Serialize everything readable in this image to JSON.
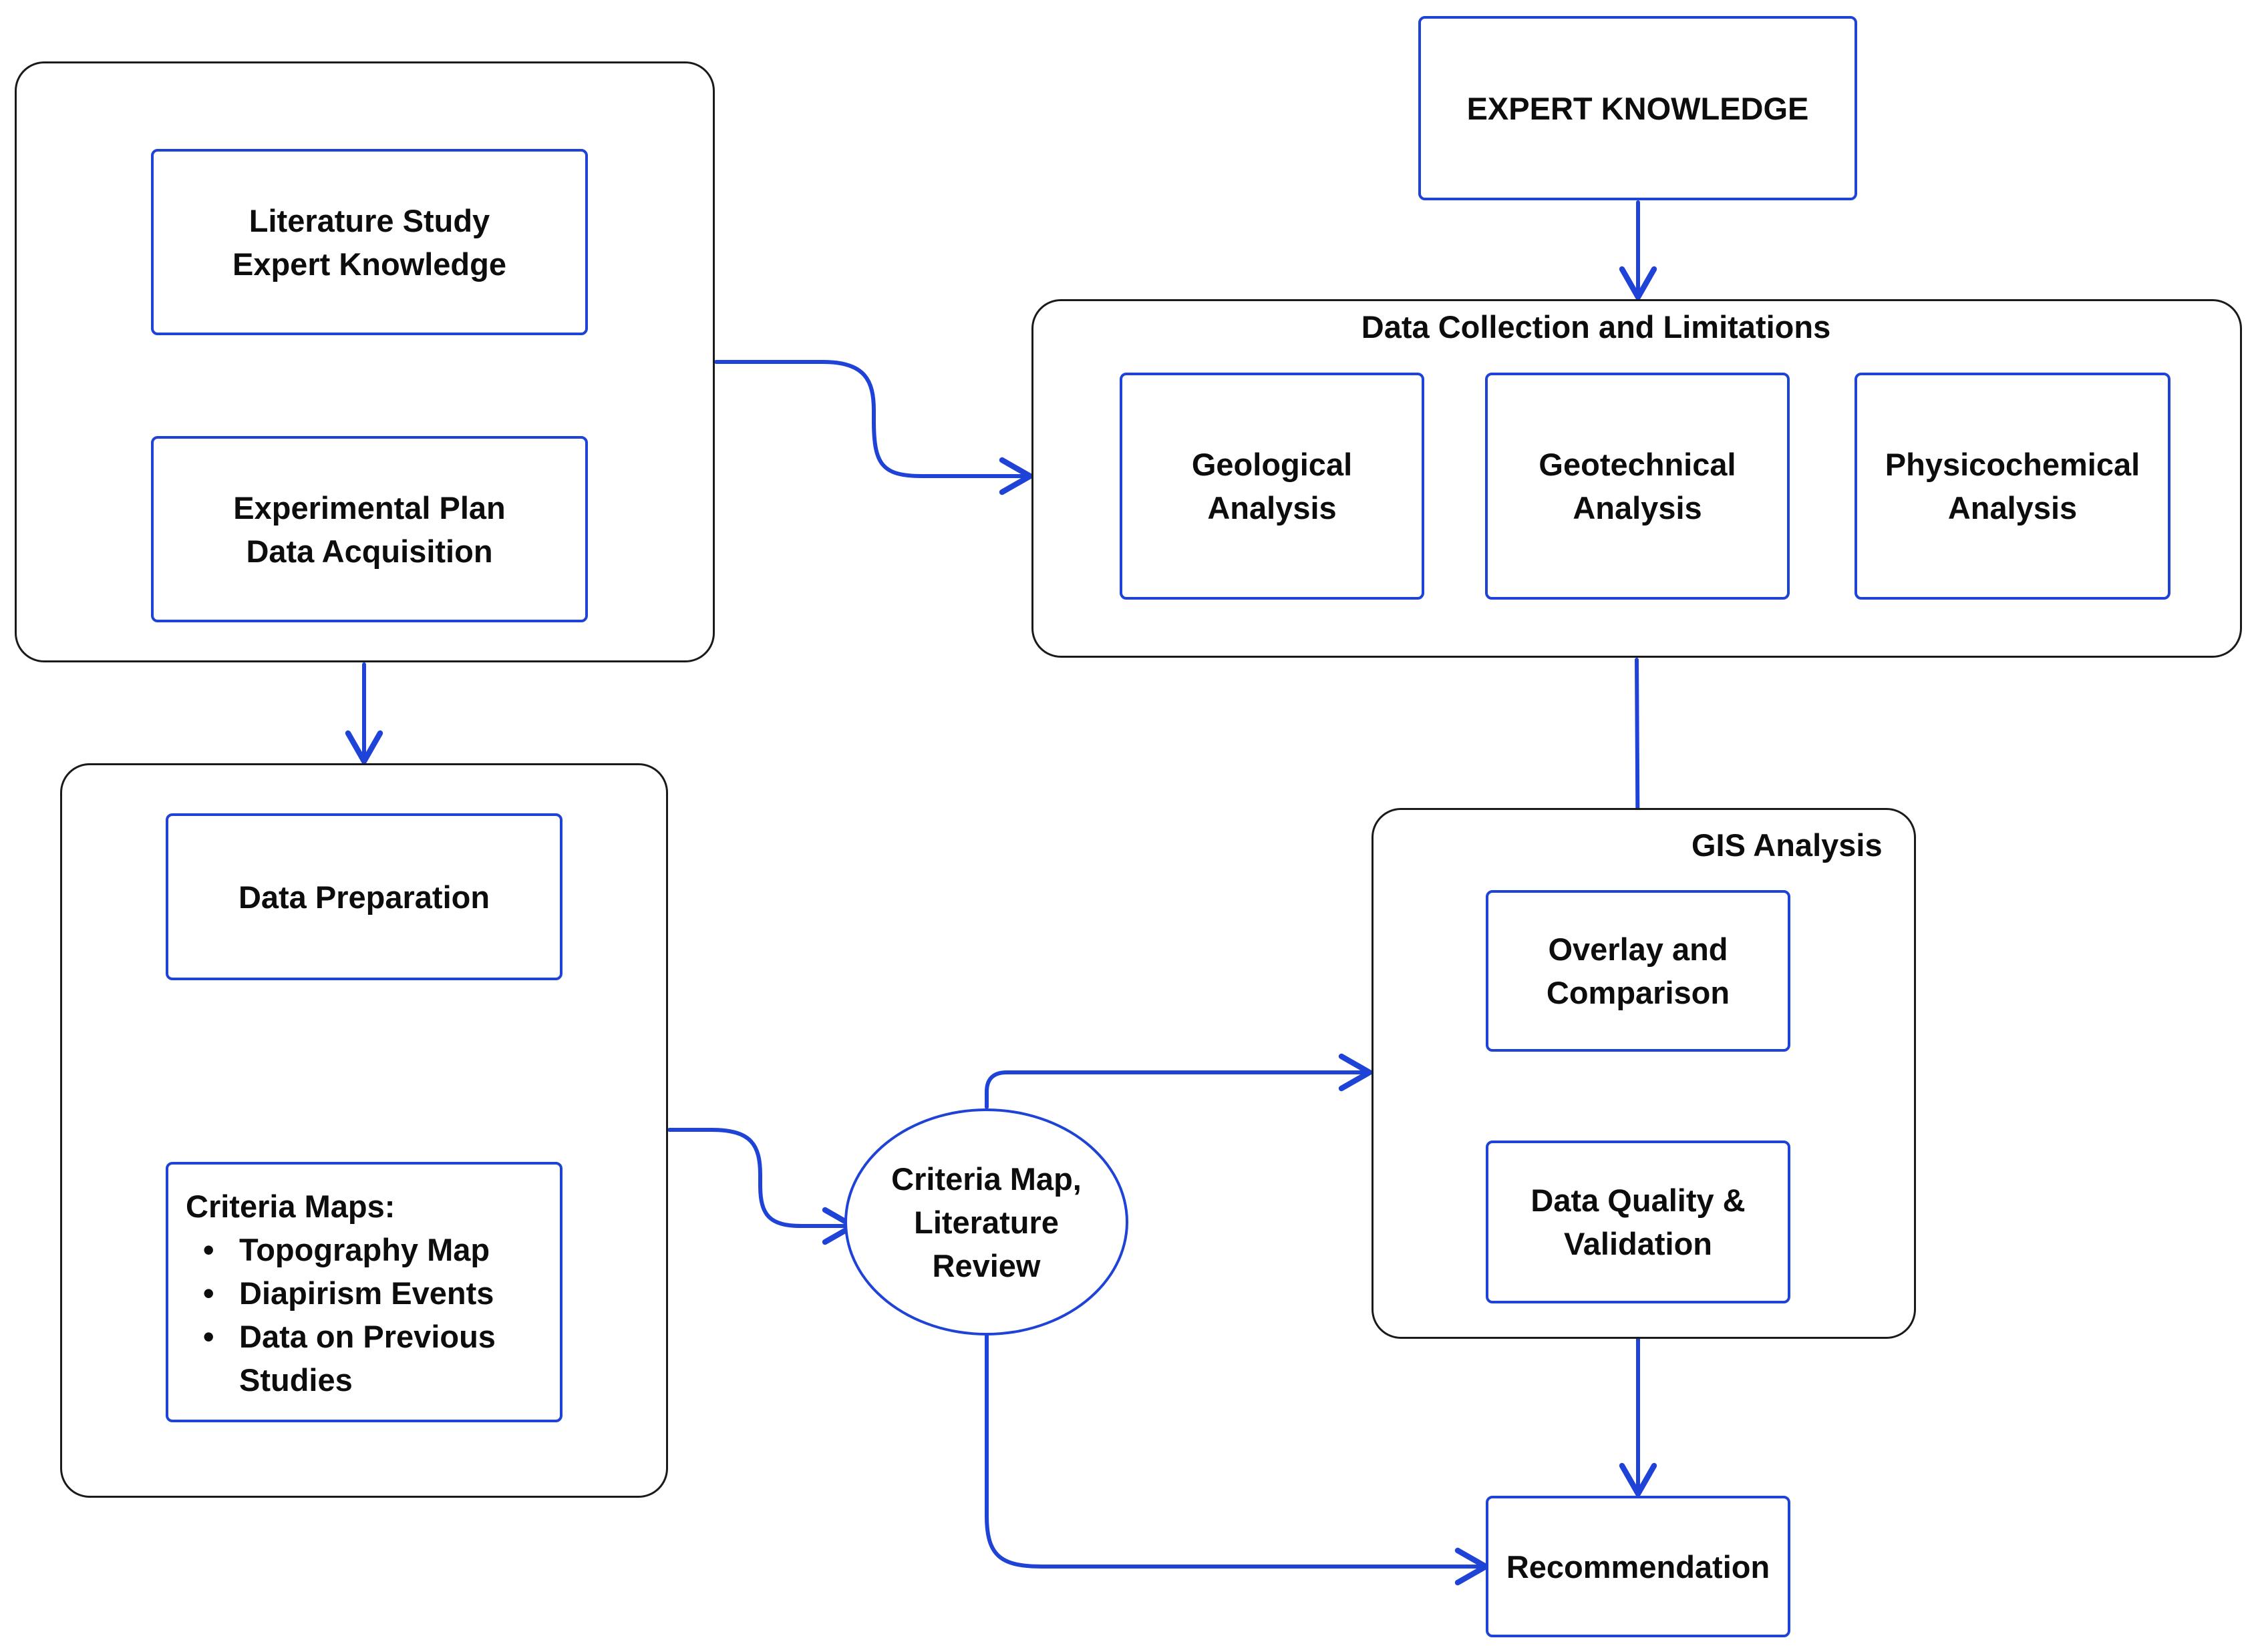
{
  "colors": {
    "accent": "#1f43d6",
    "group_border": "#1a1a1a",
    "text": "#0d0d0d"
  },
  "top_left_group": {
    "literature_box": [
      "Literature Study",
      "Expert Knowledge"
    ],
    "experimental_box": [
      "Experimental Plan",
      "Data Acquisition"
    ]
  },
  "expert_knowledge_box": "EXPERT KNOWLEDGE",
  "data_collection_group": {
    "title": "Data Collection and Limitations",
    "geological_box": [
      "Geological",
      "Analysis"
    ],
    "geotechnical_box": [
      "Geotechnical",
      "Analysis"
    ],
    "physicochemical_box": [
      "Physicochemical",
      "Analysis"
    ]
  },
  "bottom_left_group": {
    "data_preparation_box": "Data Preparation",
    "criteria_maps": {
      "heading": "Criteria Maps:",
      "items": [
        "Topography Map",
        "Diapirism Events",
        "Data on Previous Studies"
      ]
    }
  },
  "criteria_review_oval": [
    "Criteria Map,",
    "Literature",
    "Review"
  ],
  "gis_group": {
    "title": "GIS Analysis",
    "overlay_box": [
      "Overlay and",
      "Comparison"
    ],
    "quality_box": [
      "Data Quality &",
      "Validation"
    ]
  },
  "recommendation_box": "Recommendation"
}
